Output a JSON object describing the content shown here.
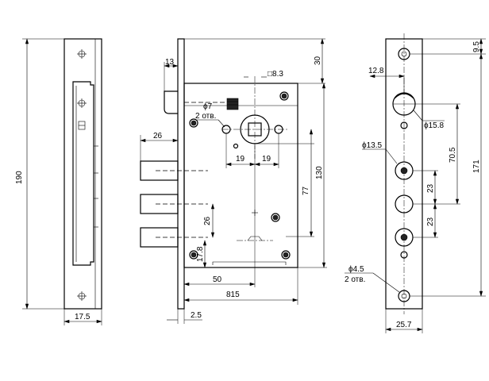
{
  "views": {
    "front_plate": {
      "height_label": "190",
      "width_label": "17.5"
    },
    "lock_body": {
      "bolt_offset_label": "13",
      "top_offset_label": "30",
      "spindle_square_label": "□8.3",
      "hole_diameter_label": "ϕ7",
      "hole_count_label": "2 отв.",
      "spindle_offset_left_label": "19",
      "spindle_offset_right_label": "19",
      "bolt_depth_label": "26",
      "bolt_spacing_label": "26",
      "height_77_label": "77",
      "height_130_label": "130",
      "bottom_offset_label": "17.8",
      "backset_label": "50",
      "body_depth_label": "815",
      "plate_thickness_label": "2.5"
    },
    "side_plate": {
      "top_hole_label": "9.5",
      "cylinder_offset_label": "12.8",
      "cylinder_diameter_label": "ϕ15.8",
      "bolt_hole_diameter_label": "ϕ13.5",
      "cylinder_to_bolt_label": "70.5",
      "total_height_label": "171",
      "bolt_pitch_1_label": "23",
      "bolt_pitch_2_label": "23",
      "screw_hole_diameter_label": "ϕ4.5",
      "screw_hole_count_label": "2 отв.",
      "plate_width_label": "25.7"
    }
  }
}
